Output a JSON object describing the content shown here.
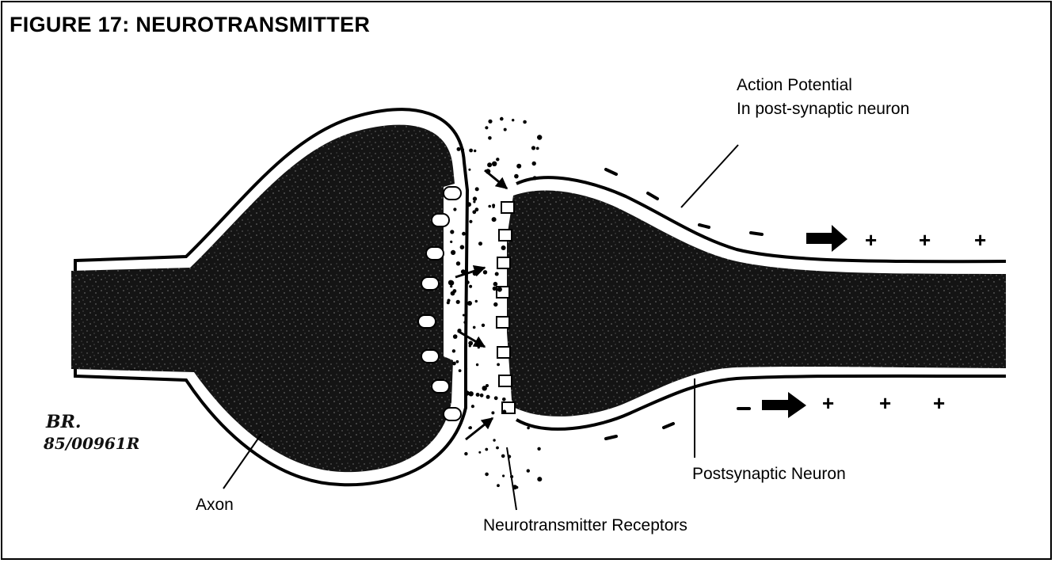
{
  "figure": {
    "title": "FIGURE 17:  NEUROTRANSMITTER"
  },
  "labels": {
    "action_potential_line1": "Action Potential",
    "action_potential_line2": "In post-synaptic neuron",
    "postsynaptic_neuron": "Postsynaptic Neuron",
    "axon": "Axon",
    "receptors": "Neurotransmitter Receptors"
  },
  "charges": {
    "plus": "+",
    "minus": "-"
  },
  "signature": {
    "line1": "BR.",
    "line2": "85/00961R"
  },
  "colors": {
    "ink": "#000000",
    "tissue": "#141414",
    "paper": "#ffffff"
  }
}
